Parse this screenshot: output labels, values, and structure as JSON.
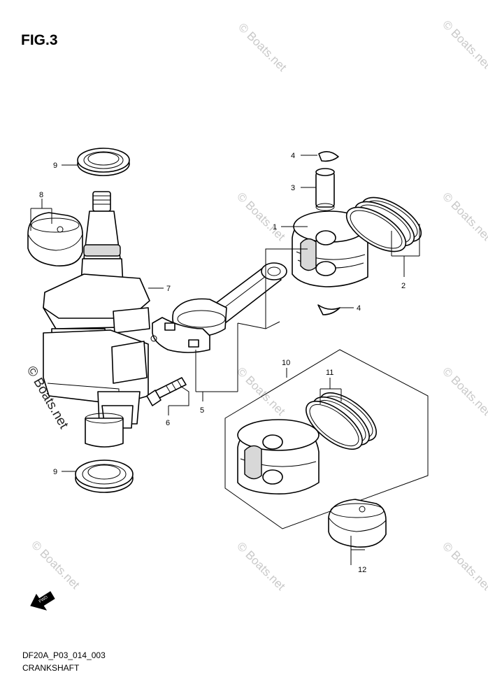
{
  "figure": {
    "title": "FIG.3",
    "diagram_code": "DF20A_P03_014_003",
    "caption": "CRANKSHAFT"
  },
  "callouts": {
    "c1": "1",
    "c2": "2",
    "c3": "3",
    "c4a": "4",
    "c4b": "4",
    "c5": "5",
    "c6": "6",
    "c7": "7",
    "c8": "8",
    "c9a": "9",
    "c9b": "9",
    "c10": "10",
    "c11": "11",
    "c12": "12"
  },
  "watermark": {
    "text": "© Boats.net",
    "color": "#c9c9c9"
  },
  "fwd_arrow": {
    "label": "FWD",
    "icon": "fwd-arrow-icon"
  }
}
